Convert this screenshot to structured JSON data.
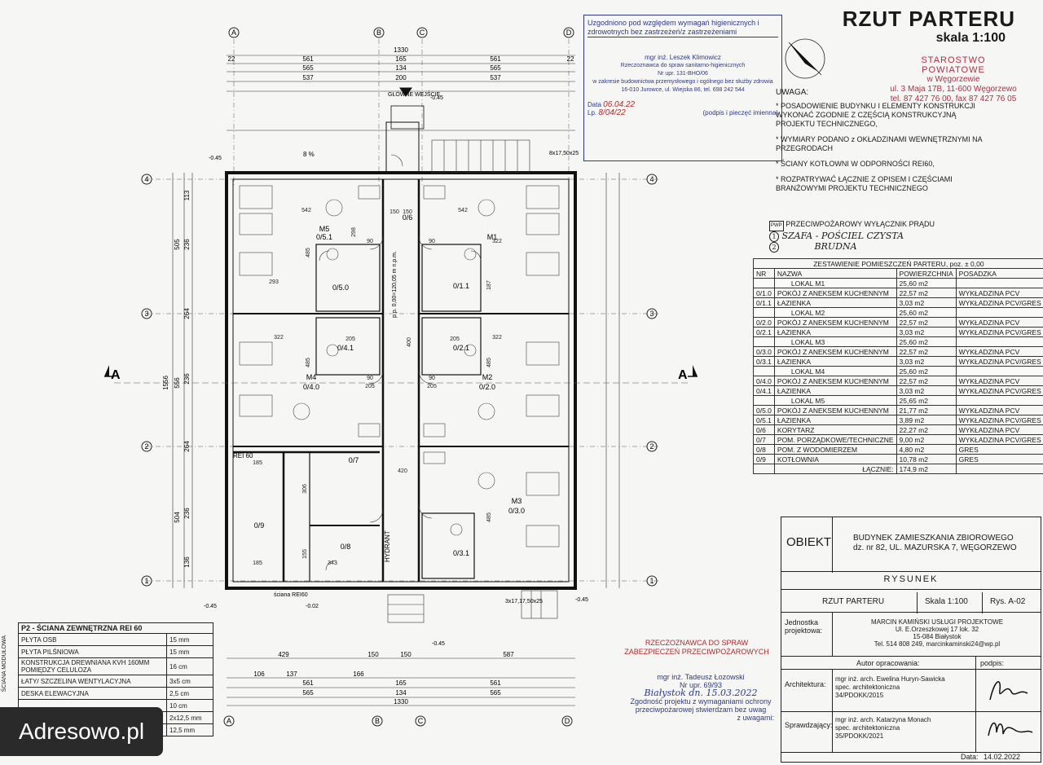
{
  "title": {
    "main": "RZUT PARTERU",
    "scale": "skala 1:100"
  },
  "stamp": {
    "header": "Uzgodniono pod względem wymagań higienicznych i zdrowotnych bez zastrzeżeń/z zastrzeżeniami",
    "name": "mgr inż. Leszek Klimowicz",
    "role": "Rzeczoznawca do spraw sanitarno-higienicznych",
    "number": "Nr upr. 131-BHO/06",
    "scope": "w zakresie budownictwa przemysłowego i ogólnego bez służby zdrowia",
    "address": "16-010 Jurowce, ul. Wiejska 86, tel. 698 242 544",
    "date_label": "Data",
    "date_value": "06.04.22",
    "lp_label": "Lp.",
    "lp_value": "8/04/22",
    "sign_label": "(podpis i pieczęć imienna)"
  },
  "starostwo": {
    "name": "STAROSTWO POWIATOWE",
    "city": "w Węgorzewie",
    "address": "ul. 3 Maja 17B, 11-600 Węgorzewo",
    "tel": "tel. 87 427 76 00, fax 87 427 76 05"
  },
  "notes": {
    "heading": "UWAGA:",
    "items": [
      "* POSADOWIENIE BUDYNKU I ELEMENTY KONSTRUKCJI WYKONAĆ ZGODNIE Z CZĘŚCIĄ KONSTRUKCYJNĄ PROJEKTU TECHNICZNEGO,",
      "* WYMIARY PODANO z OKŁADZINAMI WEWNĘTRZNYMI NA PRZEGRODACH",
      "* ŚCIANY KOTŁOWNI W ODPORNOŚCI REI60,",
      "* ROZPATRYWAĆ ŁĄCZNIE Z OPISEM I CZĘŚCIAMI BRANŻOWYMI PROJEKTU TECHNICZNEGO"
    ]
  },
  "legend": {
    "pwp_symbol": "PWP",
    "pwp": "PRZECIWPOŻAROWY WYŁĄCZNIK PRĄDU",
    "item1_num": "1",
    "item1": "SZAFA - POŚCIEL CZYSTA",
    "item2_num": "2",
    "item2": "BRUDNA"
  },
  "rooms": {
    "caption": "ZESTAWIENIE POMIESZCZEŃ PARTERU, poz. ± 0,00",
    "headers": [
      "NR",
      "NAZWA",
      "POWIERZCHNIA",
      "POSADZKA"
    ],
    "rows": [
      [
        "",
        "LOKAL M1",
        "25,60 m2",
        ""
      ],
      [
        "0/1.0",
        "POKÓJ Z ANEKSEM KUCHENNYM",
        "22,57 m2",
        "WYKŁADZINA PCV"
      ],
      [
        "0/1.1",
        "ŁAZIENKA",
        "3,03 m2",
        "WYKŁADZINA PCV/GRES"
      ],
      [
        "",
        "LOKAL M2",
        "25,60 m2",
        ""
      ],
      [
        "0/2.0",
        "POKÓJ Z ANEKSEM KUCHENNYM",
        "22,57 m2",
        "WYKŁADZINA PCV"
      ],
      [
        "0/2.1",
        "ŁAZIENKA",
        "3,03 m2",
        "WYKŁADZINA PCV/GRES"
      ],
      [
        "",
        "LOKAL M3",
        "25,60 m2",
        ""
      ],
      [
        "0/3.0",
        "POKÓJ Z ANEKSEM KUCHENNYM",
        "22,57 m2",
        "WYKŁADZINA PCV"
      ],
      [
        "0/3.1",
        "ŁAZIENKA",
        "3,03 m2",
        "WYKŁADZINA PCV/GRES"
      ],
      [
        "",
        "LOKAL M4",
        "25,60 m2",
        ""
      ],
      [
        "0/4.0",
        "POKÓJ Z ANEKSEM KUCHENNYM",
        "22,57 m2",
        "WYKŁADZINA PCV"
      ],
      [
        "0/4.1",
        "ŁAZIENKA",
        "3,03 m2",
        "WYKŁADZINA PCV/GRES"
      ],
      [
        "",
        "LOKAL M5",
        "25,65 m2",
        ""
      ],
      [
        "0/5.0",
        "POKÓJ Z ANEKSEM KUCHENNYM",
        "21,77 m2",
        "WYKŁADZINA PCV"
      ],
      [
        "0/5.1",
        "ŁAZIENKA",
        "3,89 m2",
        "WYKŁADZINA PCV/GRES"
      ],
      [
        "0/6",
        "KORYTARZ",
        "22,27 m2",
        "WYKŁADZINA PCV"
      ],
      [
        "0/7",
        "POM. PORZĄDKOWE/TECHNICZNE",
        "9,00 m2",
        "WYKŁADZINA PCV/GRES"
      ],
      [
        "0/8",
        "POM. Z WODOMIERZEM",
        "4,80 m2",
        "GRES"
      ],
      [
        "0/9",
        "KOTŁOWNIA",
        "10,78 m2",
        "GRES"
      ]
    ],
    "total_label": "ŁĄCZNIE:",
    "total_value": "174,9 m2"
  },
  "obiekt": {
    "label": "OBIEKT",
    "name": "BUDYNEK ZAMIESZKANIA ZBIOROWEGO",
    "address": "dz. nr 82, UL. MAZURSKA 7, WĘGORZEWO",
    "rysunek": "RYSUNEK",
    "drawing": "RZUT PARTERU",
    "scale": "Skala 1:100",
    "rys": "Rys. A-02",
    "jednostka_label": "Jednostka projektowa:",
    "jednostka_name": "MARCIN KAMIŃSKI USŁUGI PROJEKTOWE",
    "jednostka_addr1": "Ul. E.Orzeszkowej 17 lok. 32",
    "jednostka_addr2": "15-084 Białystok",
    "jednostka_tel": "Tel. 514 808 249, marcinkaminski24@wp.pl",
    "autor": "Autor opracowania:",
    "podpis": "podpis:",
    "arch_label": "Architektura:",
    "arch_person": "mgr inż. arch. Ewelina Huryn-Sawicka",
    "arch_spec": "spec. architektoniczna",
    "arch_num": "34/PDOKK/2015",
    "spr_label": "Sprawdzający:",
    "spr_person": "mgr inż. arch. Katarzyna Monach",
    "spr_spec": "spec. architektoniczna",
    "spr_num": "35/PDOKK/2021",
    "data_label": "Data:",
    "data_value": "14.02.2022"
  },
  "wall_spec": {
    "title": "P2 - ŚCIANA ZEWNĘTRZNA REI 60",
    "side": "ŚCIANA MODUŁOWA",
    "rows": [
      [
        "PŁYTA OSB",
        "15 mm"
      ],
      [
        "PŁYTA PILŚNIOWA",
        "15 mm"
      ],
      [
        "KONSTRUKCJA DREWNIANA KVH 160MM POMIĘDZY CELULOZA",
        "16 cm"
      ],
      [
        "ŁATY/ SZCZELINA WENTYLACYJNA",
        "3x5 cm"
      ],
      [
        "DESKA ELEWACYJNA",
        "2,5 cm"
      ],
      [
        "",
        "10 cm"
      ],
      [
        "",
        "2x12,5 mm"
      ],
      [
        "",
        "12,5 mm"
      ]
    ]
  },
  "rzeczoznawca": {
    "header": "RZECZOZNAWCA DO SPRAW ZABEZPIECZEŃ PRZECIWPOŻAROWYCH",
    "name": "mgr inż. Tadeusz Łozowski",
    "number": "Nr upr. 69/93",
    "place_date": "Białystok dn. 15.03.2022",
    "approval": "Zgodność projektu z wymaganiami ochrony przeciwpożarowej stwierdzam bez uwag",
    "uwagami": "z uwagami:"
  },
  "plan": {
    "axes_letters": [
      "A",
      "B",
      "C",
      "D"
    ],
    "axes_numbers": [
      "4",
      "3",
      "2",
      "1"
    ],
    "section": "A",
    "dims_top": [
      "1330",
      "561",
      "165",
      "561",
      "565",
      "134",
      "565",
      "537",
      "200",
      "537",
      "22",
      "22"
    ],
    "dims_bottom": [
      "429",
      "150",
      "150",
      "587",
      "1330",
      "561",
      "165",
      "561",
      "565",
      "134",
      "565",
      "106",
      "137",
      "166"
    ],
    "entrance": "GŁÓWNE WEJŚCIE",
    "slope": "8 %",
    "level_main": "p.p. 0,00=120,05 m n.p.m.",
    "levels": [
      "-0.45",
      "-0.45",
      "-0.45",
      "-0.45",
      "-0.02",
      "-0.45"
    ],
    "hydrant": "HYDRANT",
    "room_labels": [
      {
        "name": "M5",
        "num": "0/5.1"
      },
      {
        "name": "M1",
        "num": "0/1.1"
      },
      {
        "name": "M4",
        "num": "0/4.0"
      },
      {
        "name": "M2",
        "num": "0/2.0"
      },
      {
        "name": "M3",
        "num": "0/3.0"
      }
    ],
    "extra_labels": [
      "0/5.0",
      "0/4.1",
      "0/2.1",
      "0/3.1",
      "0/6",
      "0/9",
      "0/8",
      "0/7"
    ],
    "rei": "REI 60",
    "sciana": "ściana REI60",
    "dims_left": [
      "1556",
      "505",
      "556",
      "504",
      "113",
      "236",
      "264",
      "236",
      "264",
      "236",
      "136"
    ],
    "stairs_top": "8x17,50x25",
    "stairs_bottom": "3x17,17,50x25",
    "room_dims": [
      "542",
      "542",
      "322",
      "322",
      "322",
      "293",
      "485",
      "485",
      "485",
      "485",
      "205",
      "205",
      "205",
      "205",
      "90",
      "90",
      "90",
      "90",
      "150",
      "150",
      "343",
      "185",
      "185",
      "155",
      "306",
      "420",
      "400",
      "187",
      "298"
    ]
  },
  "watermark": "Adresowo.pl"
}
